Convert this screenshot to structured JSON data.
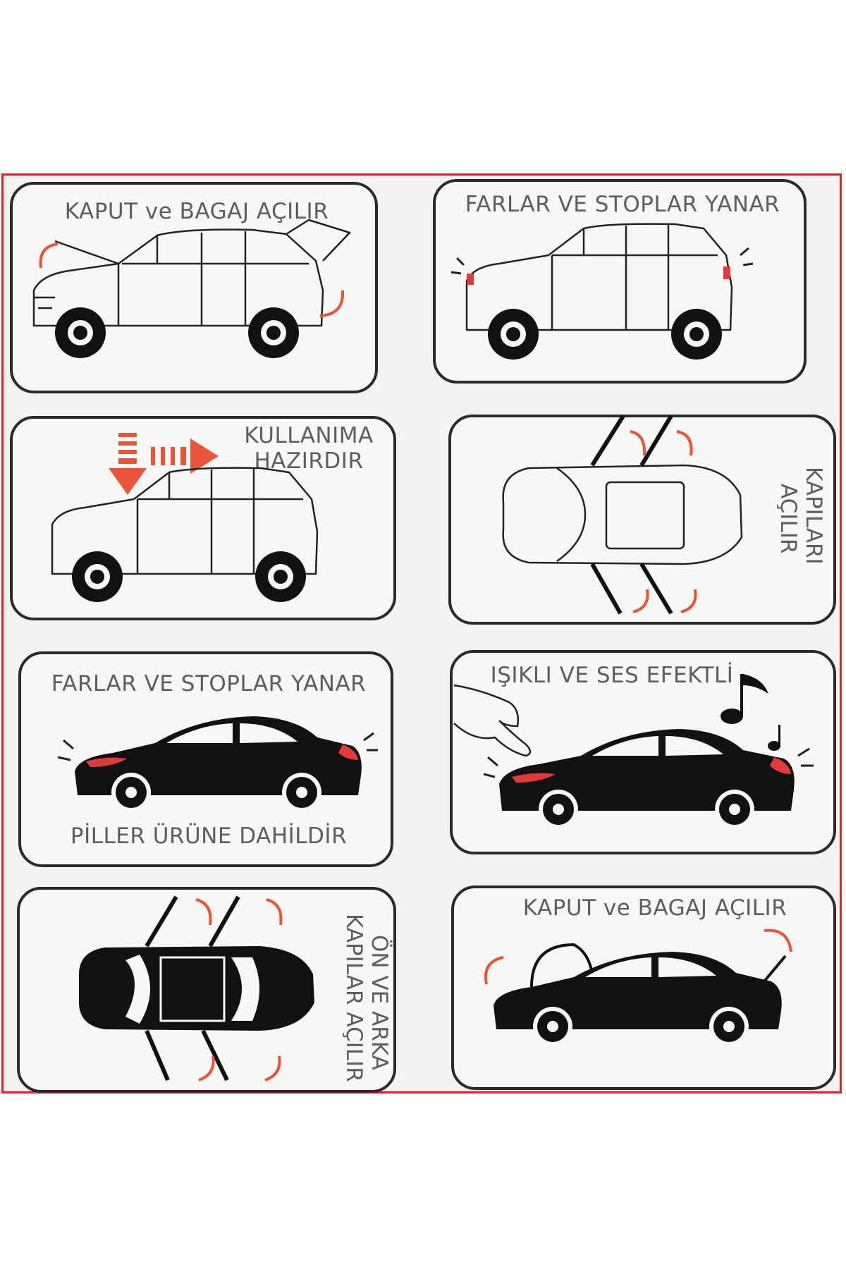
{
  "colors": {
    "frame": "#e0232b",
    "arrow": "#e8553a",
    "light": "#e03a3a",
    "ink": "#111111",
    "label": "#5e5e5e"
  },
  "panels": {
    "p1": {
      "label": "KAPUT ve BAGAJ AÇILIR",
      "icon": "suv-hood-trunk-open"
    },
    "p2": {
      "label": "FARLAR VE STOPLAR YANAR",
      "icon": "suv-lights-on"
    },
    "p3": {
      "label_line1": "KULLANIMA",
      "label_line2": "HAZIRDIR",
      "icon": "suv-ready-arrows"
    },
    "p4": {
      "label_line1": "KAPILARI",
      "label_line2": "AÇILIR",
      "icon": "suv-top-doors-open"
    },
    "p5": {
      "label": "FARLAR VE STOPLAR YANAR",
      "footer": "PİLLER ÜRÜNE DAHİLDİR",
      "icon": "sedan-lights-on"
    },
    "p6": {
      "label": "IŞIKLI VE SES EFEKTLİ",
      "icon": "sedan-touch-sound"
    },
    "p7": {
      "label_line1": "ÖN VE ARKA",
      "label_line2": "KAPILAR AÇILIR",
      "icon": "sedan-top-doors-open"
    },
    "p8": {
      "label": "KAPUT ve BAGAJ AÇILIR",
      "icon": "sedan-hood-trunk-open"
    }
  }
}
